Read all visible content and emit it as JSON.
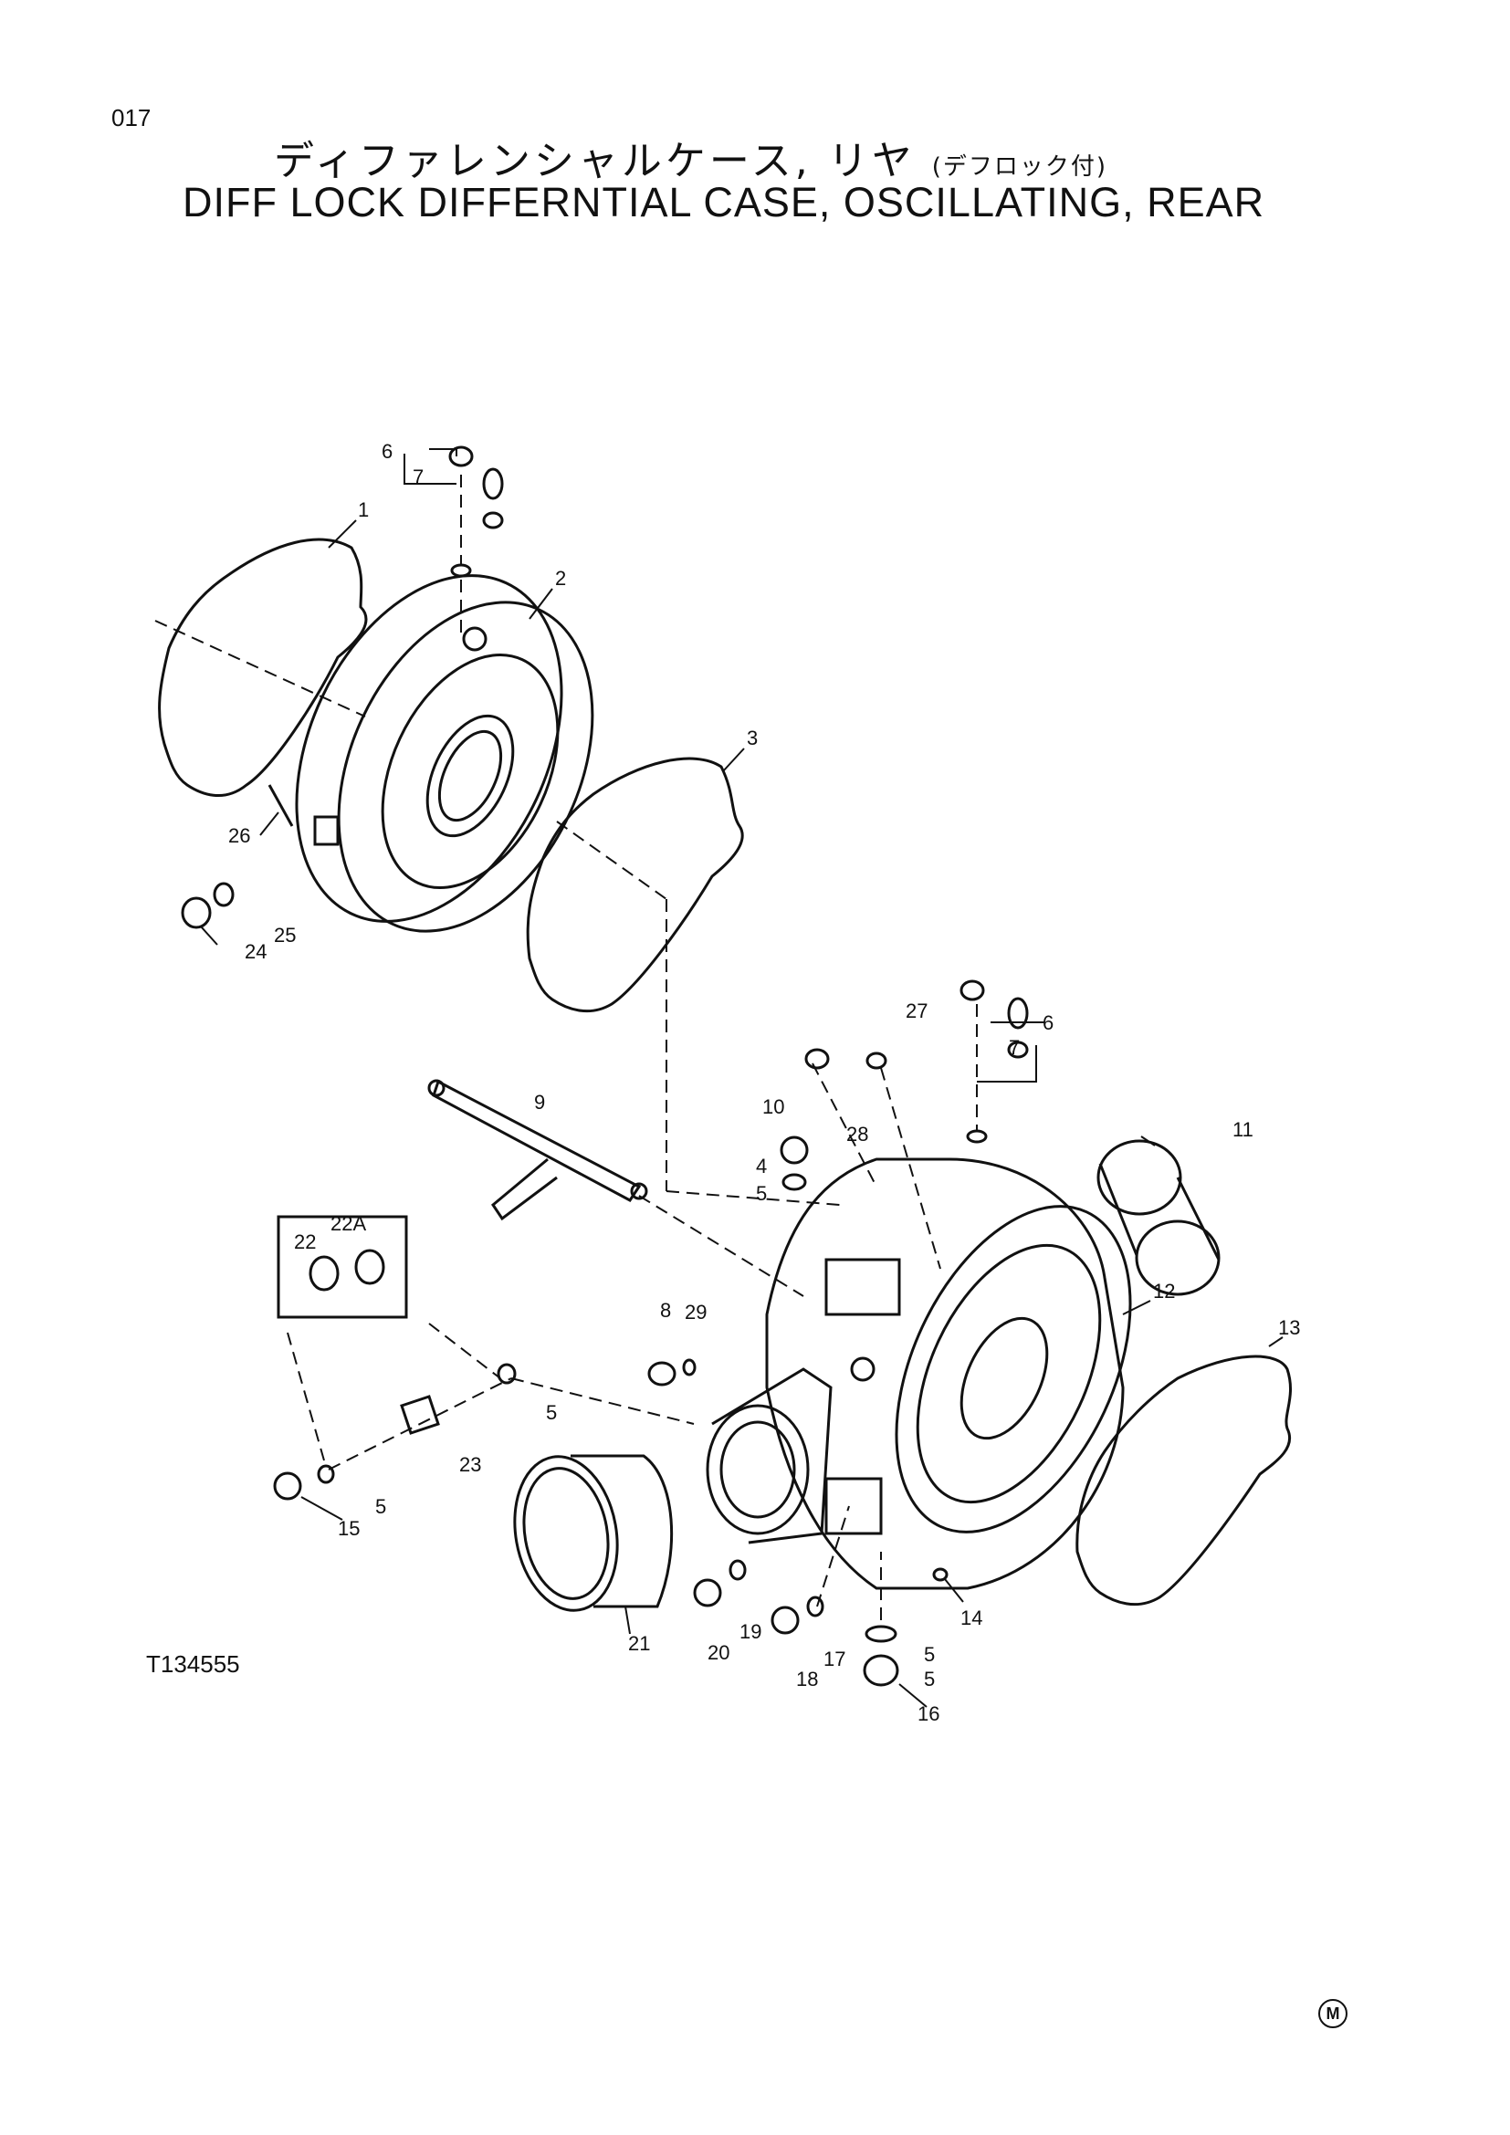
{
  "page": {
    "number": "017",
    "title_jp": "ディファレンシャルケース, リヤ",
    "title_jp_note": "(デフロック付)",
    "title_en": "DIFF LOCK DIFFERNTIAL CASE, OSCILLATING, REAR",
    "figure_code": "T134555",
    "corner_mark": "M"
  },
  "diagram": {
    "callouts": {
      "c1": "1",
      "c2": "2",
      "c3": "3",
      "c4": "4",
      "c5a": "5",
      "c5b": "5",
      "c5c": "5",
      "c5d": "5",
      "c5e": "5",
      "c6a": "6",
      "c6b": "6",
      "c7a": "7",
      "c7b": "7",
      "c8": "8",
      "c9": "9",
      "c10": "10",
      "c11": "11",
      "c12": "12",
      "c13": "13",
      "c14": "14",
      "c15": "15",
      "c16": "16",
      "c17": "17",
      "c18": "18",
      "c19": "19",
      "c20": "20",
      "c21": "21",
      "c22": "22",
      "c22a": "22A",
      "c23": "23",
      "c24": "24",
      "c25": "25",
      "c26": "26",
      "c27": "27",
      "c28": "28",
      "c29": "29"
    }
  }
}
